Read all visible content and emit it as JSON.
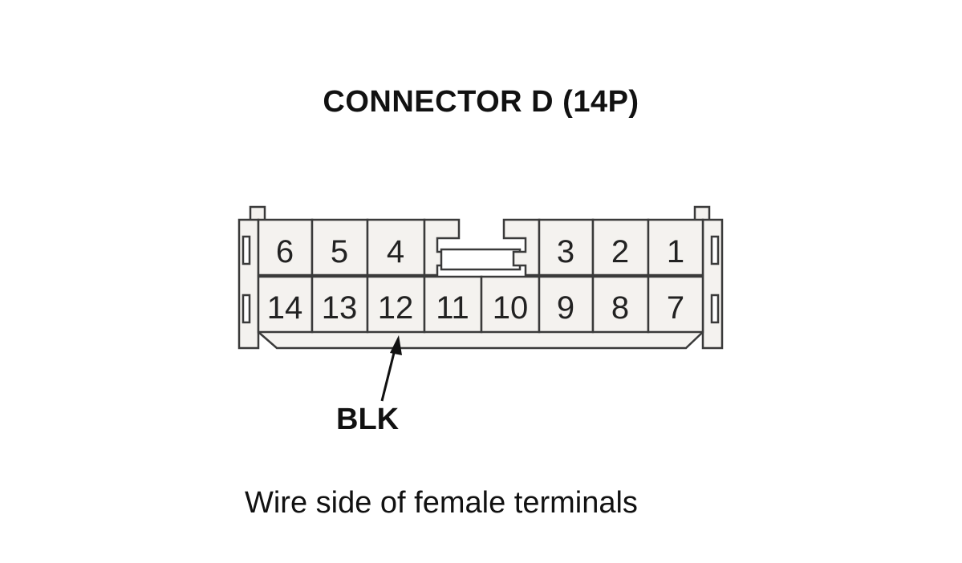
{
  "title": "CONNECTOR D (14P)",
  "connector": {
    "top_row": {
      "left_pins": [
        "6",
        "5",
        "4"
      ],
      "right_pins": [
        "3",
        "2",
        "1"
      ]
    },
    "bottom_row": [
      "14",
      "13",
      "12",
      "11",
      "10",
      "9",
      "8",
      "7"
    ]
  },
  "callout": {
    "label": "BLK",
    "pin": "12"
  },
  "caption": "Wire side of female terminals",
  "colors": {
    "line": "#3a3a3a",
    "fill": "#f4f2ef",
    "text": "#111111"
  }
}
